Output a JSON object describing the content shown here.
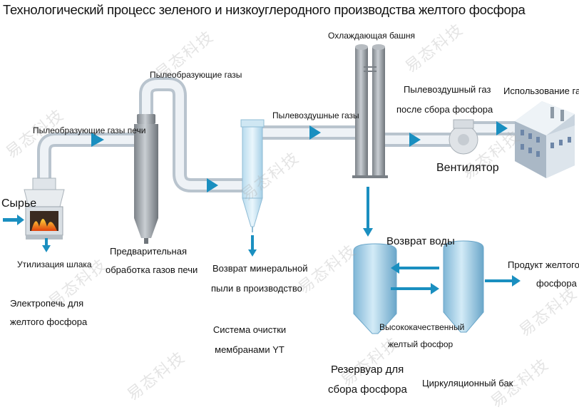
{
  "title": "Технологический процесс зеленого и низкоуглеродного производства желтого фосфора",
  "labels": {
    "raw": "Сырье",
    "slag": "Утилизация шлака",
    "furnace_line1": "Электропечь для",
    "furnace_line2": "желтого фосфора",
    "furnace_gas": "Пылеобразующие газы печи",
    "dust_gas_top": "Пылеобразующие газы",
    "pretreat_line1": "Предварительная",
    "pretreat_line2": "обработка газов печи",
    "air_gas": "Пылевоздушные газы",
    "mineral_line1": "Возврат минеральной",
    "mineral_line2": "пыли в производство",
    "membrane_line1": "Система очистки",
    "membrane_line2": "мембранами YT",
    "cooling_tower": "Охлаждающая башня",
    "after_gas_line1": "Пылевоздушный газ",
    "after_gas_line2": "после сбора фосфора",
    "fan": "Вентилятор",
    "gas_use": "Использование газа",
    "water_return": "Возврат воды",
    "product_line1": "Продукт желтого",
    "product_line2": "фосфора",
    "hq_line1": "Высококачественный",
    "hq_line2": "желтый фосфор",
    "reservoir_line1": "Резервуар для",
    "reservoir_line2": "сбора фосфора",
    "circ_tank": "Циркуляционный бак"
  },
  "watermark": "易态科技",
  "colors": {
    "pipe": "#dde5ec",
    "arrow": "#1a8fc0",
    "tank": "#a9d2ea",
    "equipment": "#9ea4aa"
  }
}
